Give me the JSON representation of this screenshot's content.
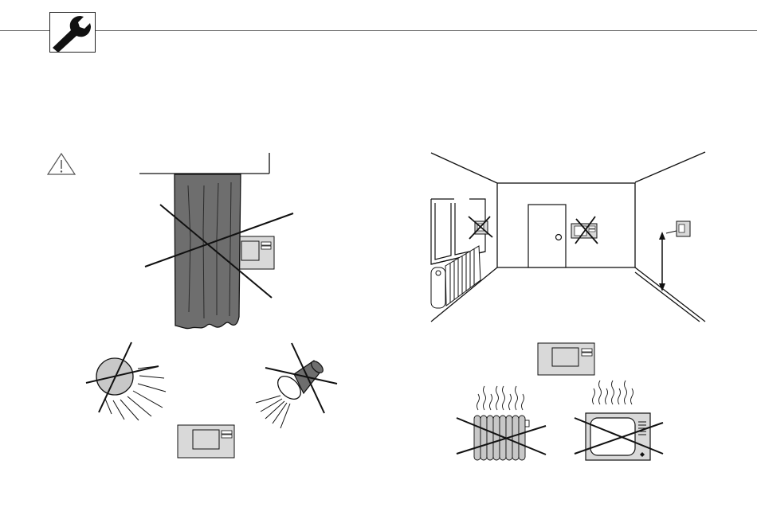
{
  "header": {
    "badge_icon": "wrench-icon"
  },
  "illustrations": {
    "left_group": [
      "warning-icon",
      "curtain-covering-thermostat",
      "sun-icon",
      "spotlight-icon",
      "thermostat-device"
    ],
    "right_group": [
      "room-perspective",
      "thermostat-device",
      "radiator-icon",
      "television-icon"
    ]
  },
  "colors": {
    "line": "#111111",
    "device_fill": "#d9d9d9",
    "curtain_fill": "#6e6e6e",
    "sun_fill": "#c8c8c8"
  }
}
